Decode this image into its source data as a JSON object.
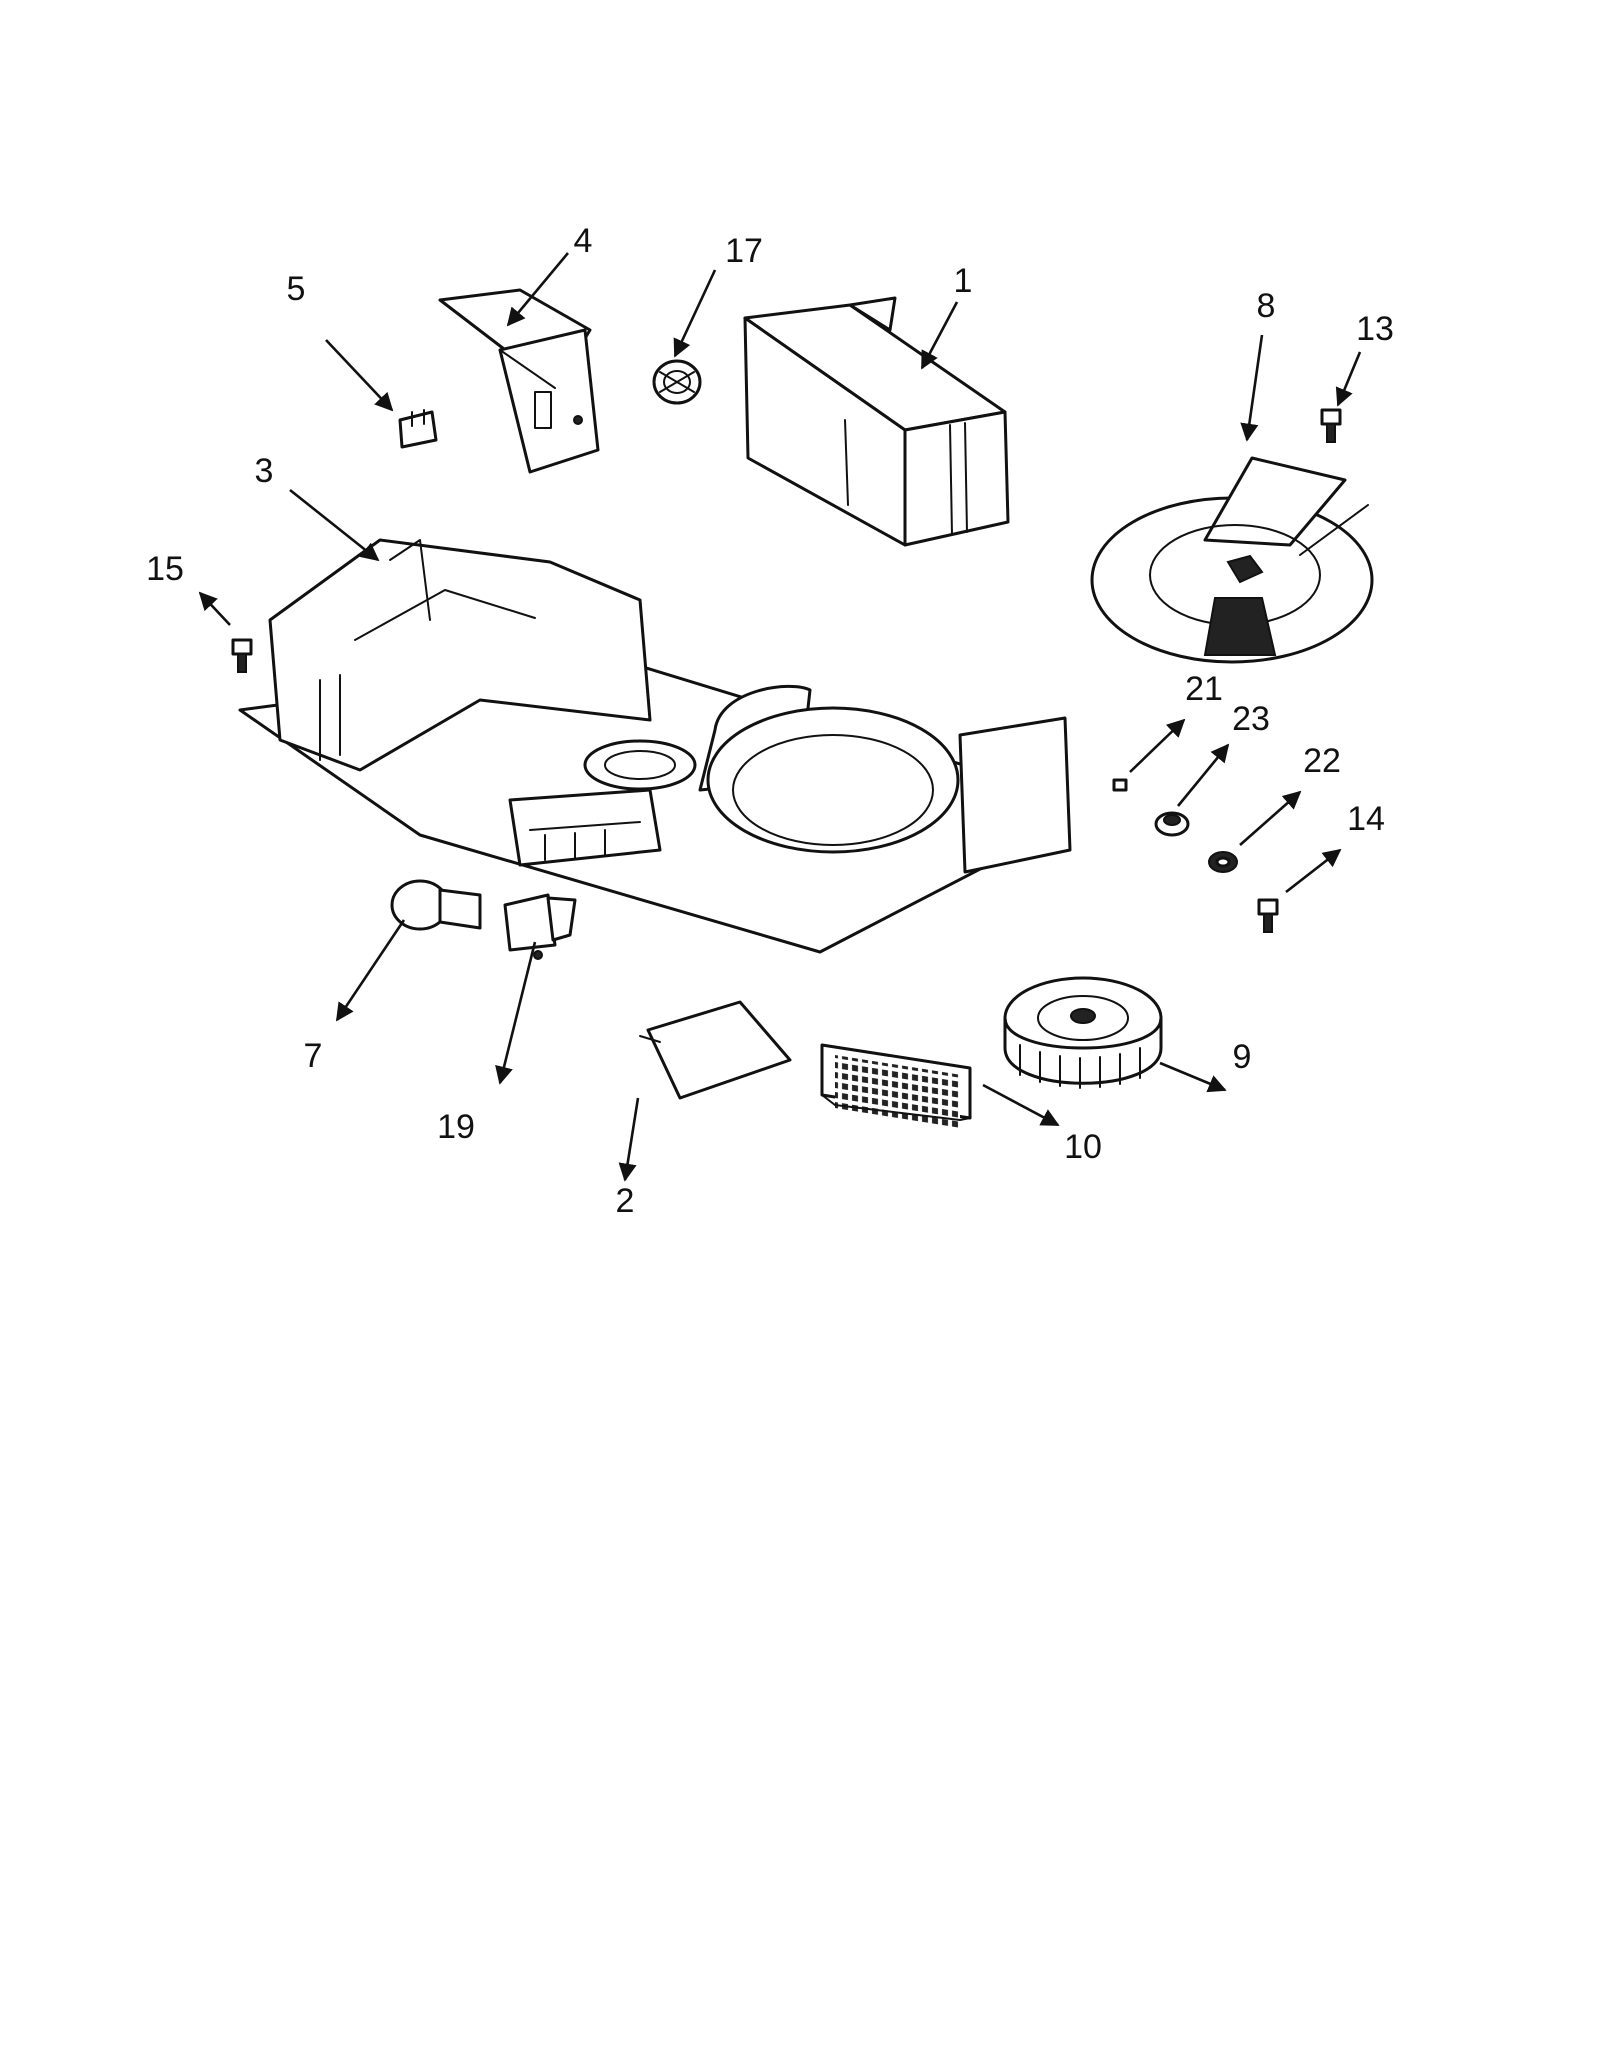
{
  "callouts": [
    {
      "id": "1"
    },
    {
      "id": "2"
    },
    {
      "id": "3"
    },
    {
      "id": "4"
    },
    {
      "id": "5"
    },
    {
      "id": "7"
    },
    {
      "id": "8"
    },
    {
      "id": "9"
    },
    {
      "id": "10"
    },
    {
      "id": "13"
    },
    {
      "id": "14"
    },
    {
      "id": "15"
    },
    {
      "id": "17"
    },
    {
      "id": "19"
    },
    {
      "id": "21"
    },
    {
      "id": "22"
    },
    {
      "id": "23"
    }
  ]
}
